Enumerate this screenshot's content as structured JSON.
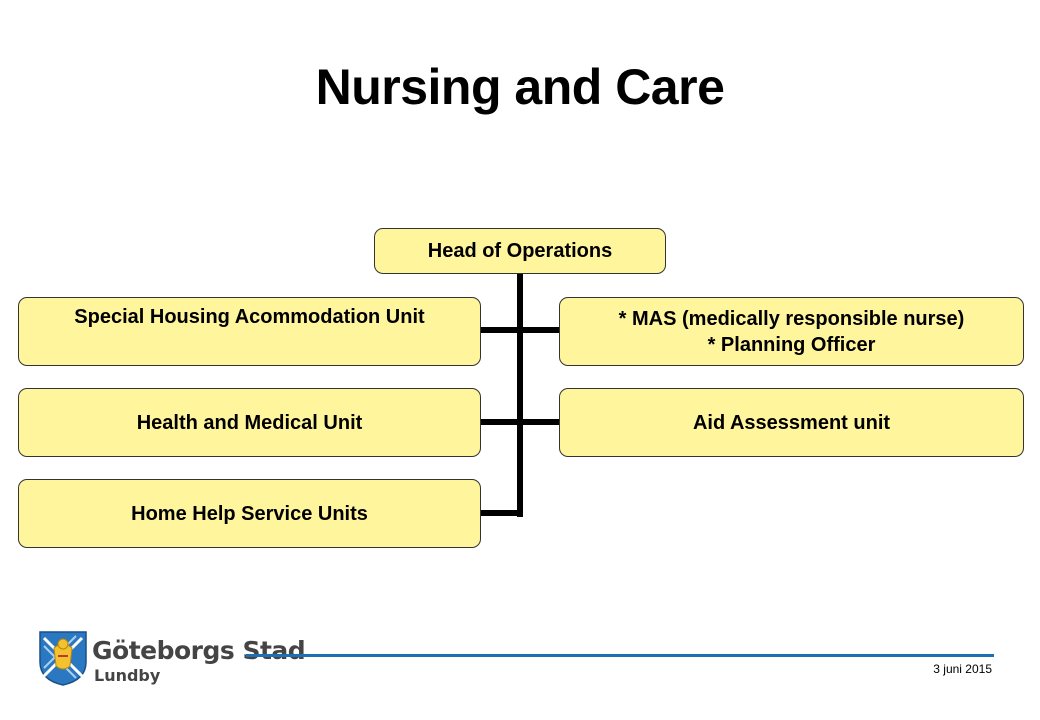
{
  "title": "Nursing and Care",
  "org_chart": {
    "head": "Head of Operations",
    "left_units": [
      "Special Housing Acommodation Unit",
      "Health and Medical Unit",
      "Home Help Service Units"
    ],
    "right_units": [
      [
        "* MAS (medically responsible nurse)",
        "* Planning Officer"
      ],
      [
        "Aid Assessment unit"
      ]
    ]
  },
  "colors": {
    "box_fill": "#fff59d",
    "connector": "#000000",
    "footer_line": "#1f6fb5"
  },
  "footer": {
    "logo_name": "Göteborgs Stad",
    "logo_district": "Lundby",
    "date": "3 juni 2015"
  }
}
